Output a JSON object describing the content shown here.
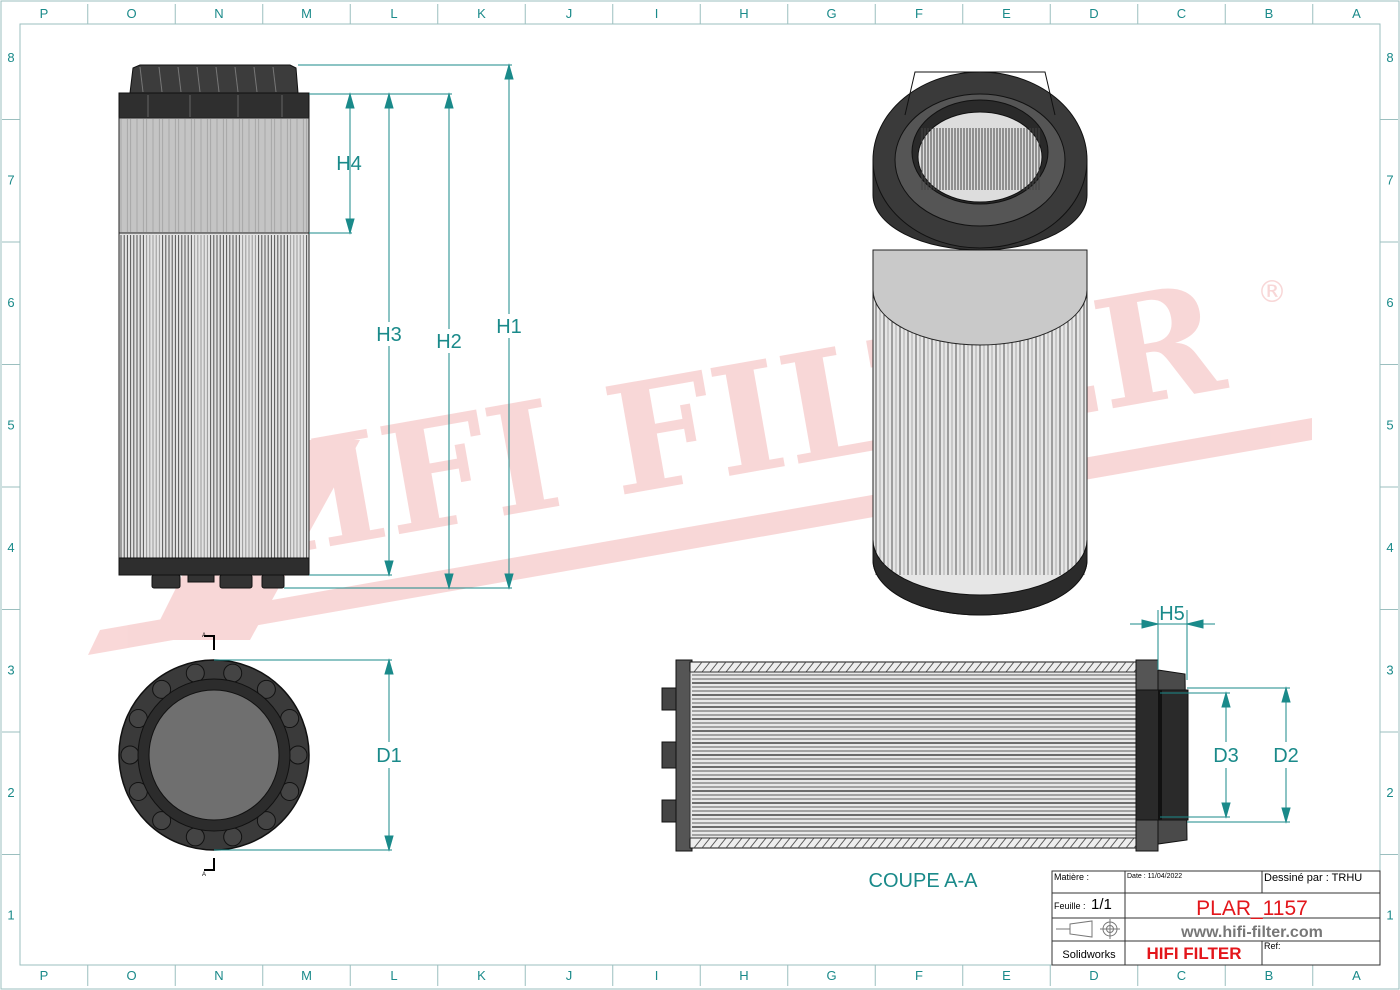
{
  "drawing": {
    "column_labels": [
      "P",
      "O",
      "N",
      "M",
      "L",
      "K",
      "J",
      "I",
      "H",
      "G",
      "F",
      "E",
      "D",
      "C",
      "B",
      "A"
    ],
    "row_labels": [
      "8",
      "7",
      "6",
      "5",
      "4",
      "3",
      "2",
      "1"
    ],
    "watermark": {
      "text": "HIFI FILTER",
      "registered": "®",
      "color": "#f4b8b8"
    },
    "accent_color": "#1a8a8a",
    "dimensions": {
      "h1": "H1",
      "h2": "H2",
      "h3": "H3",
      "h4": "H4",
      "h5": "H5",
      "d1": "D1",
      "d2": "D2",
      "d3": "D3"
    },
    "section_marker": "A",
    "section_label": "COUPE A-A"
  },
  "title_block": {
    "matiere_label": "Matière :",
    "date": "Date : 11/04/2022",
    "dessine_par": "Dessiné par : TRHU",
    "feuille_label": "Feuille :",
    "feuille_value": "1/1",
    "part_number": "PLAR_1157",
    "website": "www.hifi-filter.com",
    "software": "Solidworks",
    "brand": "HIFI FILTER",
    "ref_label": "Ref:",
    "brand_color": "#e3161b"
  }
}
